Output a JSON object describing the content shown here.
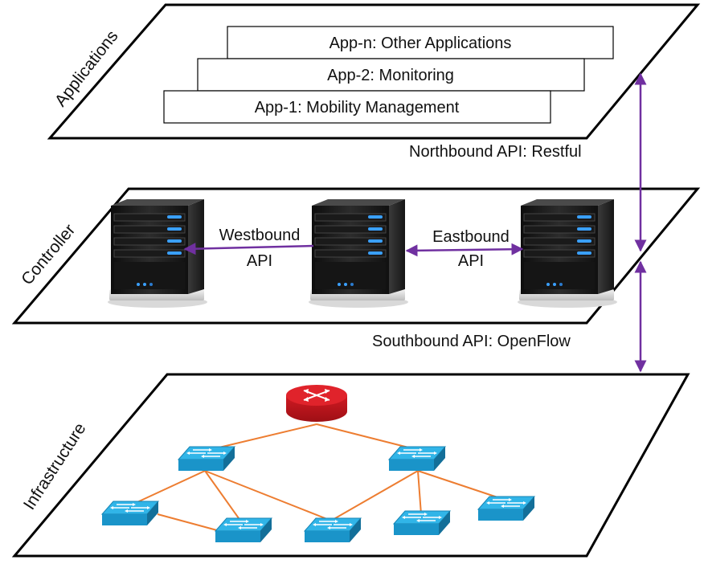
{
  "layers": {
    "applications": "Applications",
    "controller": "Controller",
    "infrastructure": "Infrastructure"
  },
  "apps": [
    "App-n: Other Applications",
    "App-2: Monitoring",
    "App-1: Mobility Management"
  ],
  "apis": {
    "northbound": "Northbound API: Restful",
    "southbound": "Southbound API: OpenFlow",
    "westbound_line1": "Westbound",
    "westbound_line2": "API",
    "eastbound_line1": "Eastbound",
    "eastbound_line2": "API"
  },
  "colors": {
    "arrow": "#7030a0",
    "link": "#ed7d31",
    "router": "#e0232b",
    "switch": "#1aa0d8",
    "server": "#1e1e1e",
    "server_led": "#3aa0ff"
  },
  "icons": {
    "server": "server-icon",
    "router": "router-icon",
    "switch": "switch-icon"
  }
}
